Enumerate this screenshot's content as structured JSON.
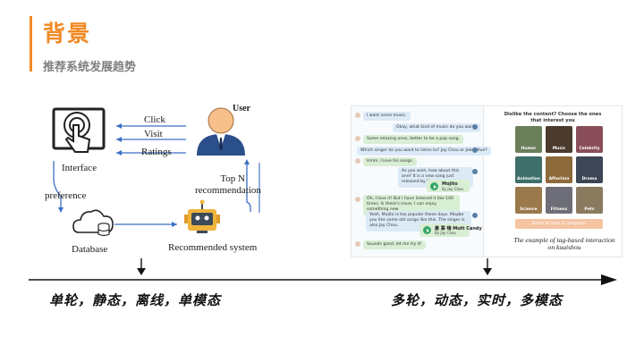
{
  "header": {
    "title": "背景",
    "subtitle": "推荐系统发展趋势"
  },
  "diagram": {
    "interface_label": "Interface",
    "user_label": "User",
    "click_label": "Click",
    "visit_label": "Visit",
    "ratings_label": "Ratings",
    "preference_label": "preference",
    "topn_label": "Top N",
    "recommendation_label": "recommendation",
    "database_label": "Database",
    "recsys_label": "Recommended system"
  },
  "chat_example": {
    "messages": [
      {
        "role": "user",
        "text": "I want some music."
      },
      {
        "role": "bot",
        "text": "Okay, what kind of music do you want?"
      },
      {
        "role": "user",
        "text": "Some relaxing ones, better to be a pop song."
      },
      {
        "role": "bot",
        "text": "Which singer do you want to listen to? Jay Chou or Joker Xue?"
      },
      {
        "role": "user",
        "text": "Hmm, I love his songs."
      },
      {
        "role": "bot",
        "text": "As you wish, how about this one? It is a new song just released by him."
      },
      {
        "role": "song",
        "title": "Mojito",
        "artist": "By Jay Chou"
      },
      {
        "role": "user",
        "text": "Oh, I love it! But I have listened it like 100 times. Is there's more, I can enjoy something new."
      },
      {
        "role": "bot",
        "text": "Yeah, Mojito is too popular these days. Maybe you like some old songs like this. The singer is also Jay Chou."
      },
      {
        "role": "song",
        "title": "最 寡 嗨 Mutt Candy",
        "artist": "By Jay Chou"
      },
      {
        "role": "user",
        "text": "Sounds good, let me try it!"
      }
    ]
  },
  "tag_example": {
    "question": "Dislike the content? Choose the ones that interest you",
    "tags": [
      "Humor",
      "Music",
      "Celebrity",
      "Animation",
      "Affection",
      "Drama",
      "Science",
      "Fitness",
      "Pets"
    ],
    "button_label": "Select at least 4 categories",
    "caption": "The example of tag-based interaction on kuaishou"
  },
  "timeline": {
    "left_phrase": "单轮，静态，离线，单模态",
    "right_phrase": "多轮，动态，实时，多模态"
  },
  "colors": {
    "accent": "#f08a24",
    "subtitle_gray": "#7f7f7f",
    "diagram_blue": "#3b6fc4",
    "user_icon_blue": "#2b4f8a",
    "robot_yellow": "#f0b43c"
  }
}
